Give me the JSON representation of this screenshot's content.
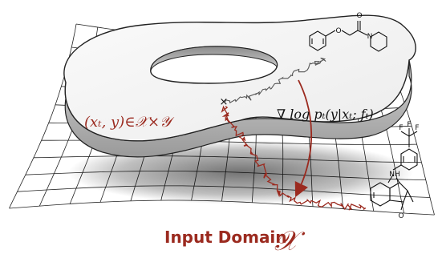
{
  "diagram": {
    "state_label": "(xₜ, y)∈𝒳×𝒴",
    "score_label": "∇ log pₜ(y|xₜ; fₜ)",
    "domain_caption": "Input Domain",
    "domain_symbol": "𝒳"
  },
  "molecule_top": {
    "atoms": [
      "O",
      "O",
      "N"
    ]
  },
  "molecule_bottom": {
    "atoms": [
      "F",
      "F",
      "F",
      "NH",
      "O"
    ]
  },
  "colors": {
    "accent": "#9b2a1f",
    "manifold_top": "#f2f2f2",
    "manifold_side": "#bcbcbc",
    "grid": "#222222"
  }
}
